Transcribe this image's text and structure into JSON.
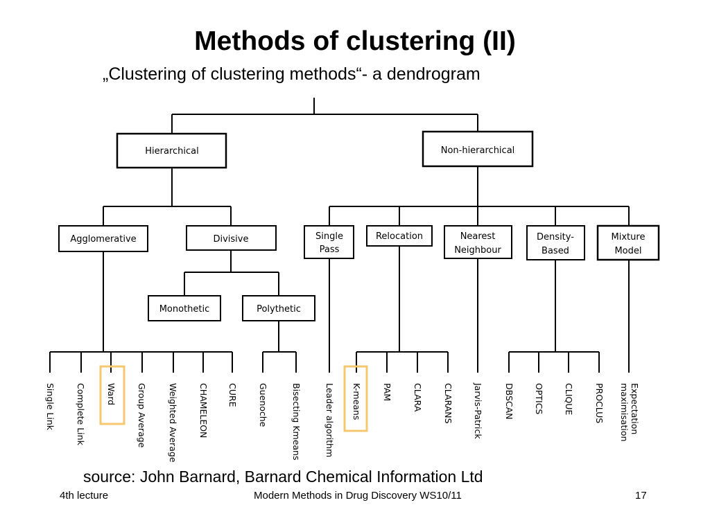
{
  "title": "Methods of clustering (II)",
  "subtitle": "„Clustering of clustering methods“- a dendrogram",
  "diagram": {
    "nodes": {
      "hierarchical": "Hierarchical",
      "non_hierarchical": "Non-hierarchical",
      "agglomerative": "Agglomerative",
      "divisive": "Divisive",
      "monothetic": "Monothetic",
      "polythetic": "Polythetic",
      "single_pass": [
        "Single",
        "Pass"
      ],
      "relocation": "Relocation",
      "nearest_neighbour": [
        "Nearest",
        "Neighbour"
      ],
      "density_based": [
        "Density-",
        "Based"
      ],
      "mixture_model": [
        "Mixture",
        "Model"
      ]
    },
    "leaves": [
      "Single Link",
      "Complete Link",
      "Ward",
      "Group Average",
      "Weighted Average",
      "CHAMELEON",
      "CURE",
      "Guenoche",
      "Bisecting Kmeans",
      "Leader algorithm",
      "K-means",
      "PAM",
      "CLARA",
      "CLARANS",
      "Jarvis-Patrick",
      "DBSCAN",
      "OPTICS",
      "CLIQUE",
      "PROCLUS",
      "Expectation",
      "maximisation"
    ],
    "highlight_color": "#f5c76e"
  },
  "source": "source: John Barnard, Barnard Chemical Information Ltd",
  "footer": {
    "left": "4th lecture",
    "center": "Modern Methods in Drug Discovery WS10/11",
    "right": "17"
  }
}
